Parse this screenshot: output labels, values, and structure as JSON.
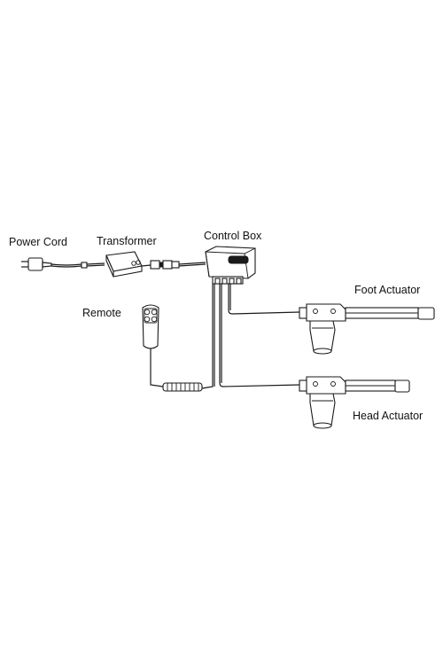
{
  "labels": {
    "power_cord": "Power Cord",
    "transformer": "Transformer",
    "control_box": "Control Box",
    "remote": "Remote",
    "foot_actuator": "Foot Actuator",
    "head_actuator": "Head Actuator"
  },
  "colors": {
    "line": "#1a1a1a",
    "background": "#ffffff"
  }
}
